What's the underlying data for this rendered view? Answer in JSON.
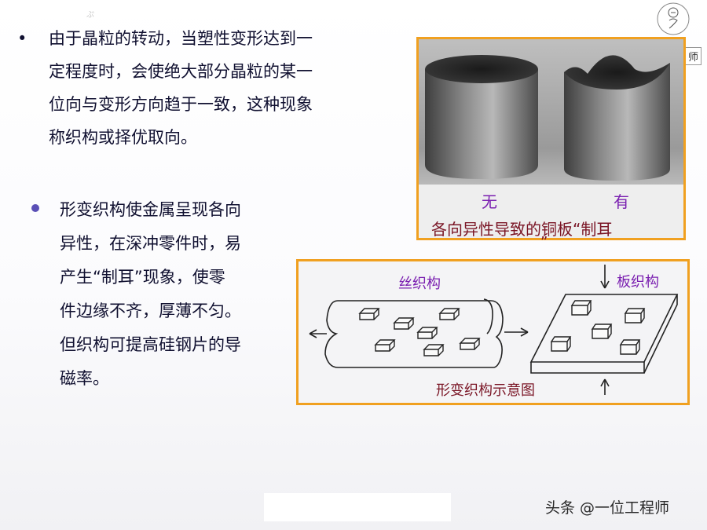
{
  "decor": {
    "top_left_mark": "ぷ",
    "top_right_tag": "师"
  },
  "paragraph1": {
    "bullet": "•",
    "lines": [
      "由于晶粒的转动，当塑性变形达到一",
      "定程度时，会使绝大部分晶粒的某一",
      "位向与变形方向趋于一致，这种现象",
      "称织构或择优取向。"
    ]
  },
  "paragraph2": {
    "lines": [
      "形变织构使金属呈现各向",
      "异性，在深冲零件时，易",
      "产生“制耳”现象，使零",
      "件边缘不齐，厚薄不匀。",
      "但织构可提高硅钢片的导",
      "磁率。"
    ]
  },
  "photo": {
    "label_without": "无",
    "label_with": "有",
    "caption": "各向异性导致的铜板“制耳",
    "caption_tail": "”"
  },
  "diagram": {
    "wire_label": "丝织构",
    "sheet_label": "板织构",
    "caption": "形变织构示意图"
  },
  "watermark": "头条 @一位工程师"
}
